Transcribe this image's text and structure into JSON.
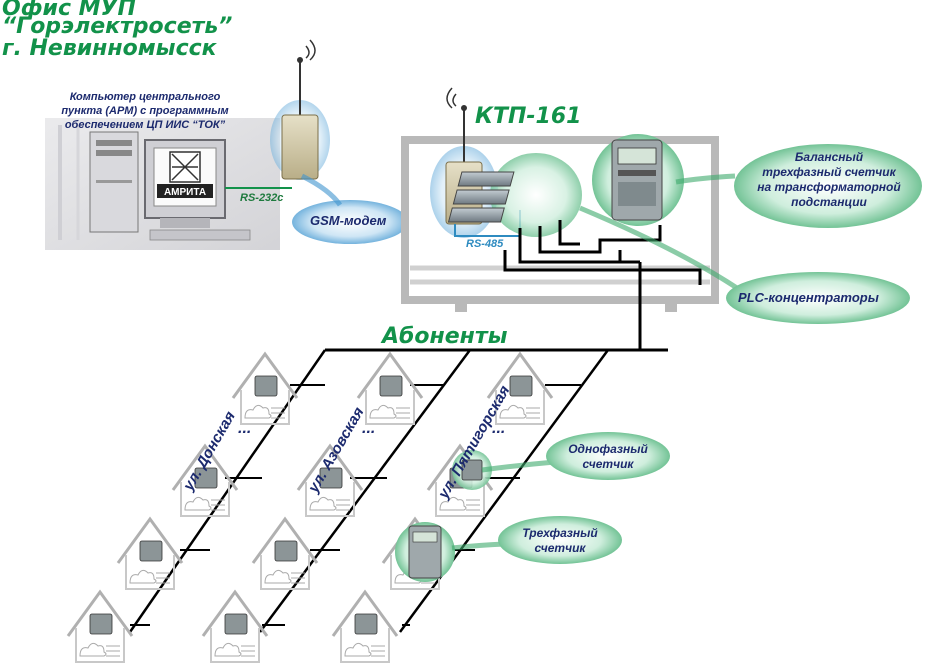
{
  "office": {
    "title_line1": "Офис МУП",
    "title_line2": "“Горэлектросеть”",
    "title_line3": "г. Невинномысск",
    "computer_caption": [
      "Компьютер центрального",
      "пункта (АРМ) с программным",
      "обеспечением ЦП ИИС “ТОК”"
    ],
    "monitor_logo": "АМРИТА",
    "link_label": "RS-232c"
  },
  "gsm_modem_label": "GSM-модем",
  "substation": {
    "title": "КТП-161",
    "bus_label": "RS-485"
  },
  "callouts": {
    "balance_meter": [
      "Балансный",
      "трехфазный счетчик",
      "на трансформаторной",
      "подстанции"
    ],
    "plc_concentrators": "PLC-концентраторы",
    "single_phase": [
      "Однофазный",
      "счетчик"
    ],
    "three_phase": [
      "Трехфазный",
      "счетчик"
    ]
  },
  "subscribers_label": "Абоненты",
  "streets": [
    "ул. Донская",
    "ул. Азовская",
    "ул. Пятигорская"
  ],
  "ellipsis": "...",
  "colors": {
    "title_green": "#12924a",
    "navy_text": "#1c2a6e",
    "callout_green": "#5fbf86",
    "callout_blue": "#4aa3d8",
    "line": "#000000"
  }
}
